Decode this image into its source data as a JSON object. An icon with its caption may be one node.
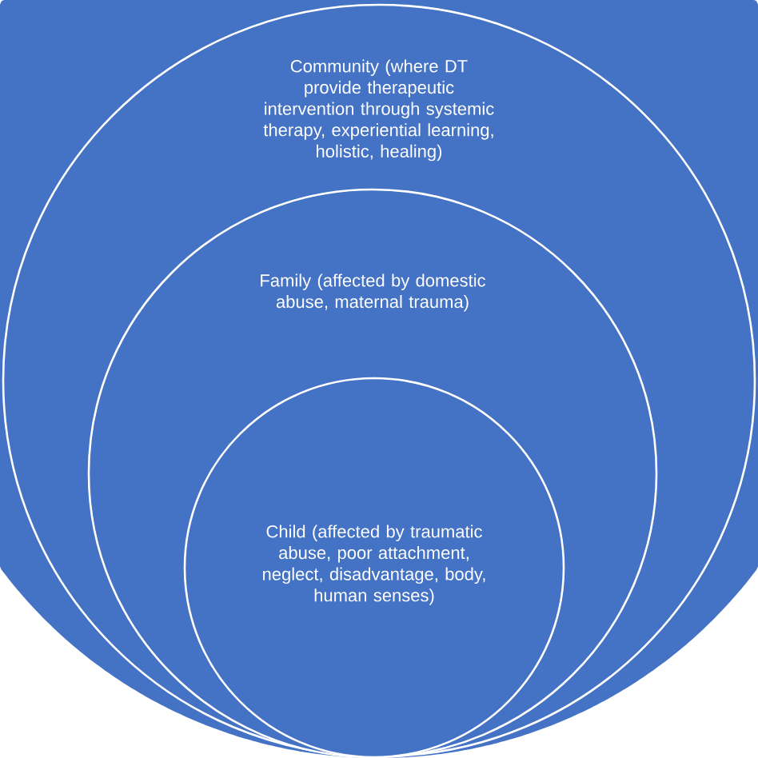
{
  "diagram": {
    "nodes": [
      {
        "text": [],
        "shape": "circle"
      },
      {
        "text": [
          "Community (where DT provide therapeutic intervention through systemic therapy, experiential learning, holistic, healing)"
        ],
        "in": 0
      },
      {
        "text": [
          "Family (affected by domestic abuse, maternal trauma)"
        ],
        "in": 1
      },
      {
        "text": [
          "Child (affected by traumatic abuse, poor attachment, neglect, disadvantage, body, human senses)"
        ],
        "in": 2
      }
    ]
  }
}
